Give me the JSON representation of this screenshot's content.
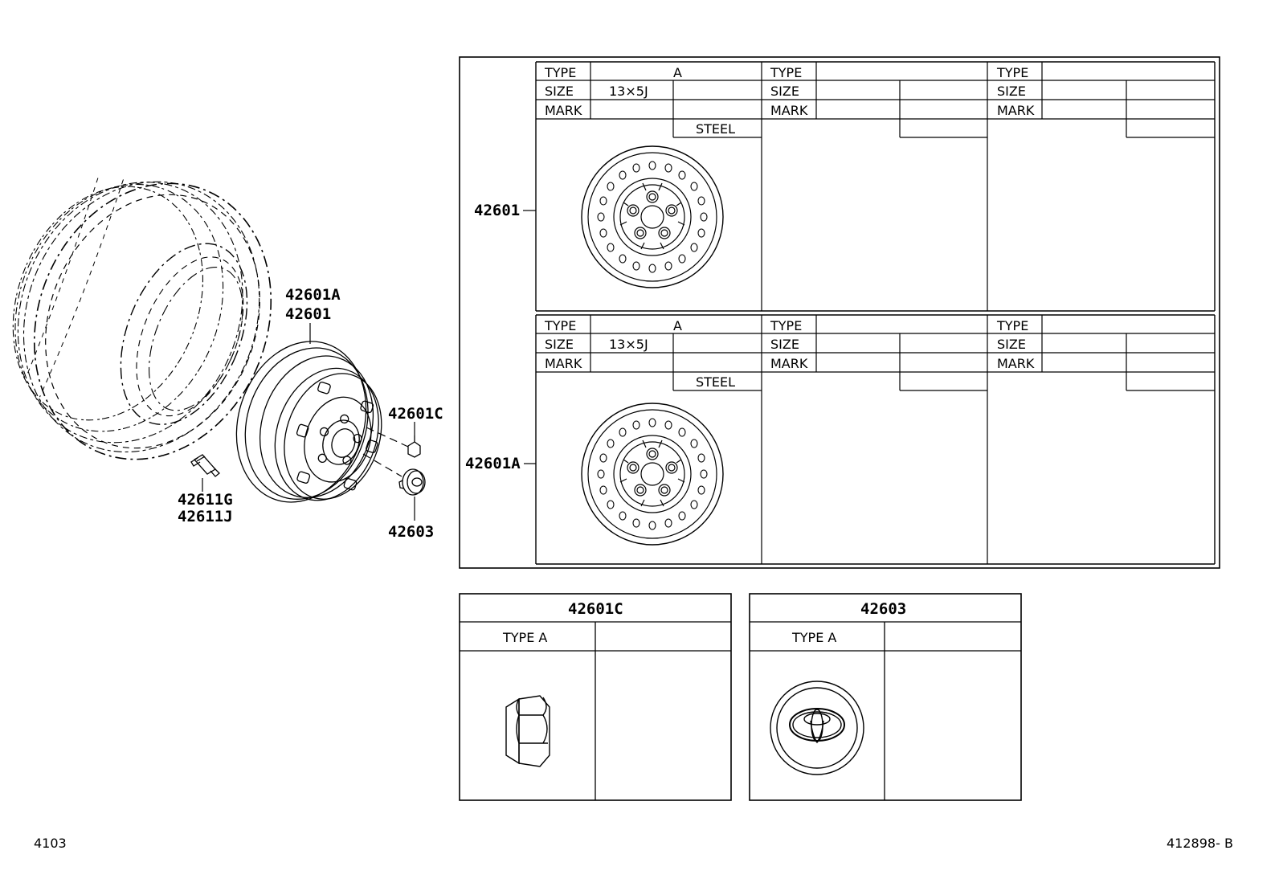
{
  "callouts": {
    "wheel_a": "42601A",
    "wheel": "42601",
    "nut": "42601C",
    "valve_g": "42611G",
    "valve_j": "42611J",
    "cap": "42603"
  },
  "table_labels": {
    "row1": "42601",
    "row2": "42601A"
  },
  "spec_fields": {
    "type": "TYPE",
    "size": "SIZE",
    "mark": "MARK"
  },
  "wheel_spec": {
    "type_value": "A",
    "size_value": "13×5J",
    "material": "STEEL"
  },
  "nut_box": {
    "title": "42601C",
    "type_label": "TYPE A"
  },
  "cap_box": {
    "title": "42603",
    "type_label": "TYPE A"
  },
  "footer": {
    "left": "4103",
    "right": "412898- B"
  },
  "colors": {
    "line": "#000000",
    "background": "#ffffff"
  }
}
